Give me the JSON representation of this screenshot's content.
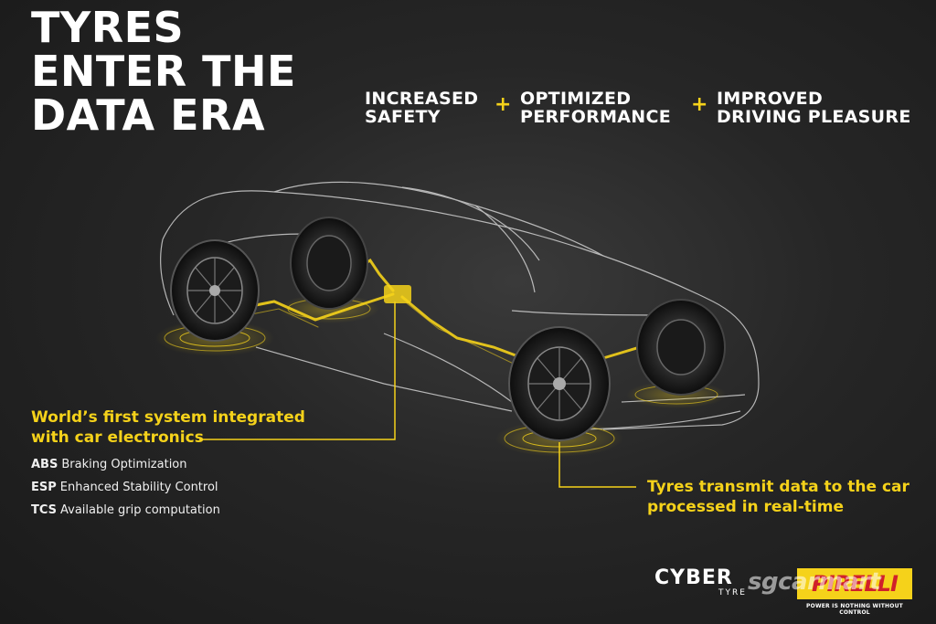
{
  "title": {
    "line1": "TYRES",
    "line2": "ENTER THE",
    "line3": "DATA ERA"
  },
  "benefits": [
    {
      "line1": "INCREASED",
      "line2": "SAFETY"
    },
    {
      "line1": "OPTIMIZED",
      "line2": "PERFORMANCE"
    },
    {
      "line1": "IMPROVED",
      "line2": "DRIVING PLEASURE"
    }
  ],
  "plus_symbol": "+",
  "callout_left": {
    "line1": "World’s first system integrated",
    "line2": "with car electronics"
  },
  "features": [
    {
      "abbr": "ABS",
      "text": "Braking Optimization"
    },
    {
      "abbr": "ESP",
      "text": "Enhanced Stability Control"
    },
    {
      "abbr": "TCS",
      "text": "Available grip computation"
    }
  ],
  "callout_right": {
    "line1": "Tyres transmit data to the car",
    "line2": "processed in real-time"
  },
  "logos": {
    "cyber_main": "CYBER",
    "cyber_sub": "TYRE",
    "pirelli": "PIRELLI",
    "tagline": "POWER IS NOTHING WITHOUT CONTROL",
    "watermark": "sgcarmart"
  },
  "colors": {
    "accent": "#f5d21a",
    "background": "#262626",
    "text": "#ffffff"
  },
  "icons": [
    "car-outline-illustration",
    "tyre-icon",
    "sensor-signal-icon"
  ]
}
